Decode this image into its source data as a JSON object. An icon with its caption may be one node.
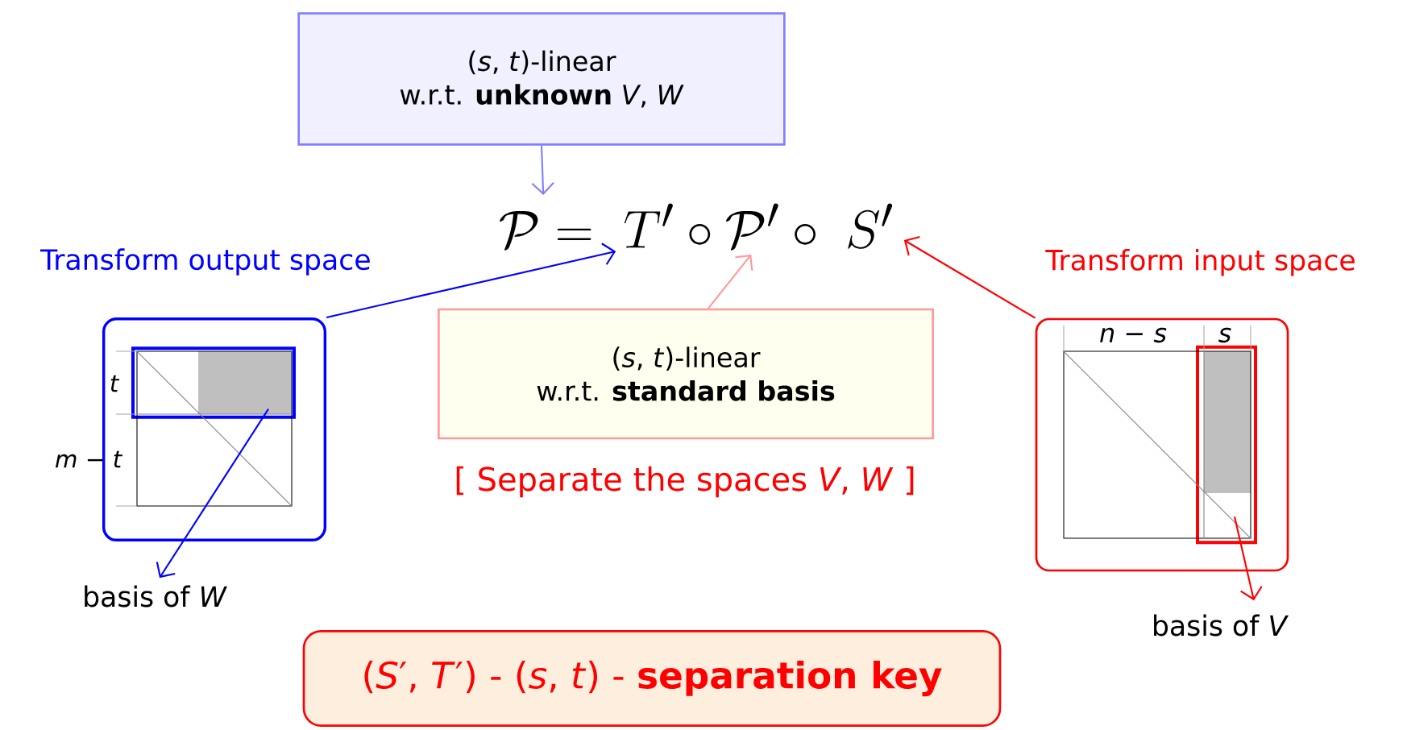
{
  "diagram": {
    "nodes": [
      {
        "text": [
          "(*s*, *t*)-linear",
          "w.r.t. **unknown** *V*, *W*"
        ]
      },
      {
        "text": [
          "\\mathcal{P} =\\; T' \\circ \\mathcal{P}' \\circ\\; S'"
        ]
      },
      {
        "text": [
          "Transform output space"
        ]
      },
      {
        "text": [],
        "shape": "box",
        "in": 2
      },
      {
        "text": [
          "basis of *W*"
        ]
      },
      {
        "text": [
          "(*s*, *t*)-linear",
          "w.r.t. **standard basis**"
        ]
      },
      {
        "text": [
          "Transform input space"
        ]
      },
      {
        "text": [],
        "shape": "box",
        "in": 6
      },
      {
        "text": [
          "basis of *V*"
        ]
      },
      {
        "text": [
          "(*S*′, *T*′) - (*s*, *t*) - **separation key**"
        ]
      }
    ],
    "edges": [
      {
        "from": 0,
        "to": 1,
        "arrow": "to",
        "color": "#8080ff"
      },
      {
        "from": 2,
        "to": 1,
        "arrow": "to",
        "color": "#0000ff"
      },
      {
        "from": 5,
        "to": 1,
        "arrow": "to",
        "color": "#ff9999"
      },
      {
        "from": 6,
        "to": 1,
        "arrow": "to",
        "color": "#ff0000"
      },
      {
        "from": 3,
        "to": 4,
        "arrow": "to",
        "color": "#0000ff"
      },
      {
        "from": 7,
        "to": 8,
        "arrow": "to",
        "color": "#ff0000"
      }
    ],
    "labels": [
      "*t*",
      "*m* − *t*",
      "[ Separate the spaces *V*, *W* ]",
      "*n* − *s*",
      "*s*"
    ]
  }
}
